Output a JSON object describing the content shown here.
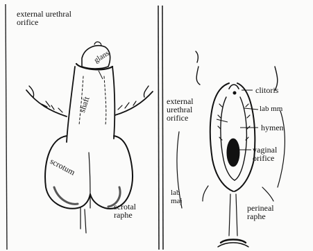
{
  "male": {
    "external_urethral_orifice": "external urethral orifice",
    "glans": "glans",
    "shaft": "shaft",
    "scrotum": "scrotum",
    "scrotal_raphe": "scrotal raphe"
  },
  "female": {
    "clitoris": "clitoris",
    "labium_minus": "lab mm",
    "external_urethral_orifice": "external urethral orifice",
    "hymen": "hymen",
    "vaginal_orifice": "vaginal orifice",
    "labium_majus": "lab maj",
    "perineal_raphe": "perineal raphe"
  },
  "colors": {
    "ink": "#111111",
    "paper": "#fbfbfa"
  }
}
